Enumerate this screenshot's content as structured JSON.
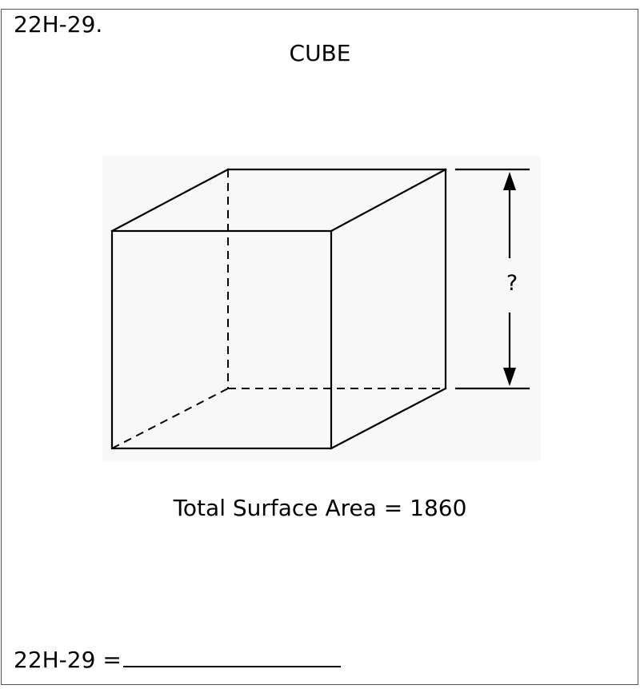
{
  "problem": {
    "id_label": "22H-29.",
    "title": "CUBE",
    "dimension_label": "?",
    "given": "Total Surface Area = 1860",
    "answer_prompt": "22H-29 ="
  },
  "figure": {
    "shape": "cube",
    "hidden_edges": "dashed",
    "icons": [
      "arrow-up-icon",
      "arrow-down-icon"
    ]
  }
}
